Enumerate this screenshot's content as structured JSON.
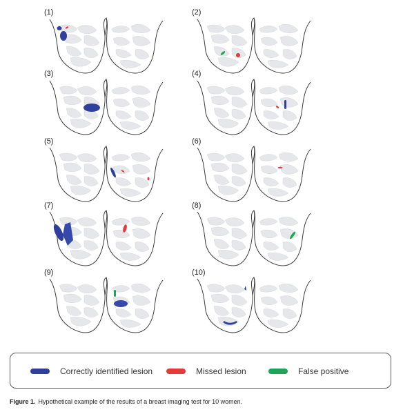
{
  "panels": [
    {
      "label": "(1)"
    },
    {
      "label": "(2)"
    },
    {
      "label": "(3)"
    },
    {
      "label": "(4)"
    },
    {
      "label": "(5)"
    },
    {
      "label": "(6)"
    },
    {
      "label": "(7)"
    },
    {
      "label": "(8)"
    },
    {
      "label": "(9)"
    },
    {
      "label": "(10)"
    }
  ],
  "legend": {
    "correct": {
      "label": "Correctly identified lesion",
      "color": "#2e3f9e"
    },
    "missed": {
      "label": "Missed lesion",
      "color": "#e33b3b"
    },
    "false_positive": {
      "label": "False positive",
      "color": "#1fa356"
    }
  },
  "caption": {
    "prefix": "Figure 1.",
    "text": "Hypothetical example of the results of a breast imaging test for 10 women."
  }
}
